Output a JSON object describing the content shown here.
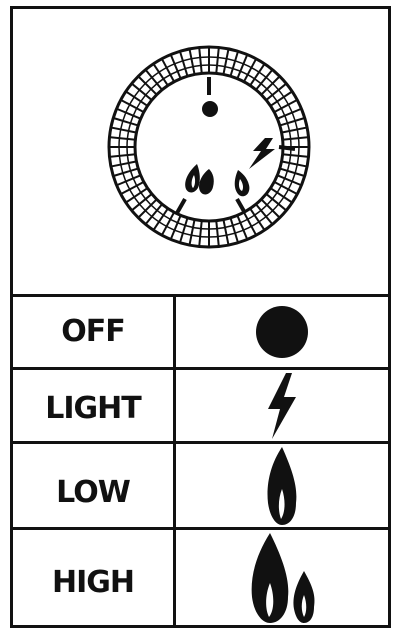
{
  "settings": [
    {
      "label": "OFF",
      "icon": "off-dot-icon"
    },
    {
      "label": "LIGHT",
      "icon": "lightning-icon"
    },
    {
      "label": "LOW",
      "icon": "small-flame-icon"
    },
    {
      "label": "HIGH",
      "icon": "double-flame-icon"
    }
  ],
  "colors": {
    "ink": "#111111",
    "background": "#ffffff"
  }
}
